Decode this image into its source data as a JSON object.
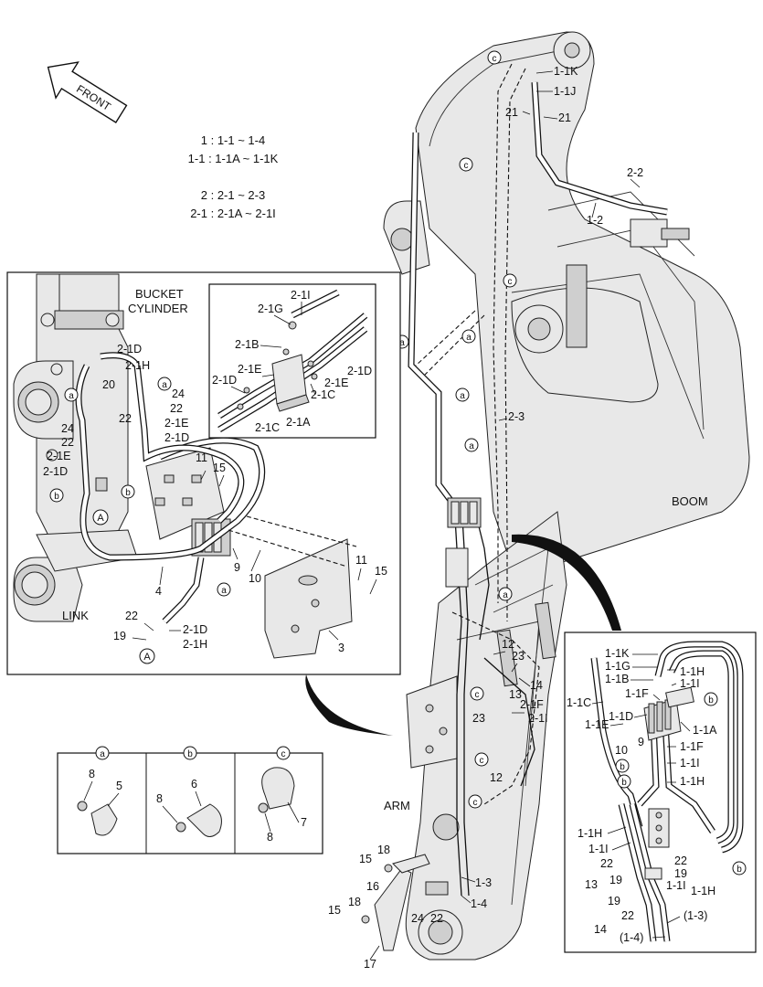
{
  "front_label": "FRONT",
  "notes": [
    "1 : 1-1 ~ 1-4",
    "1-1 : 1-1A ~ 1-1K",
    "2 : 2-1 ~ 2-3",
    "2-1 : 2-1A ~ 2-1I"
  ],
  "part_labels": {
    "boom": "BOOM",
    "arm": "ARM",
    "link": "LINK",
    "bucket_cylinder_1": "BUCKET",
    "bucket_cylinder_2": "CYLINDER"
  },
  "clamp_markers": [
    "a",
    "b",
    "c"
  ],
  "detail_letter": "A",
  "legend": {
    "a": {
      "letter": "a",
      "parts": [
        "8",
        "5"
      ]
    },
    "b": {
      "letter": "b",
      "parts": [
        "6",
        "8"
      ]
    },
    "c": {
      "letter": "c",
      "parts": [
        "7",
        "8"
      ]
    }
  },
  "callouts_main": [
    "1-1K",
    "1-1J",
    "21",
    "21",
    "2-2",
    "1-2",
    "2-3",
    "12",
    "23",
    "14",
    "13",
    "2-1F",
    "23",
    "2-1I",
    "12",
    "1-3",
    "1-4",
    "24",
    "22",
    "15",
    "18",
    "16",
    "15",
    "18",
    "17"
  ],
  "callouts_left": [
    "2-1D",
    "2-1H",
    "20",
    "22",
    "24",
    "22",
    "2-1E",
    "2-1D",
    "24",
    "22",
    "2-1E",
    "2-1D",
    "11",
    "15",
    "9",
    "10",
    "11",
    "15",
    "4",
    "3",
    "22",
    "2-1D",
    "19",
    "2-1H"
  ],
  "callouts_inset_left": [
    "2-1I",
    "2-1G",
    "2-1B",
    "2-1E",
    "2-1D",
    "2-1C",
    "2-1A",
    "2-1C",
    "2-1E",
    "2-1D"
  ],
  "callouts_right": [
    "1-1K",
    "1-1G",
    "1-1B",
    "1-1C",
    "1-1F",
    "1-1E",
    "1-1D",
    "9",
    "10",
    "1-1H",
    "1-1I",
    "1-1A",
    "1-1F",
    "1-1I",
    "1-1H",
    "1-1H",
    "1-1I",
    "22",
    "19",
    "22",
    "19",
    "1-1I",
    "1-1H",
    "13",
    "19",
    "22",
    "14",
    "(1-3)",
    "(1-4)"
  ]
}
